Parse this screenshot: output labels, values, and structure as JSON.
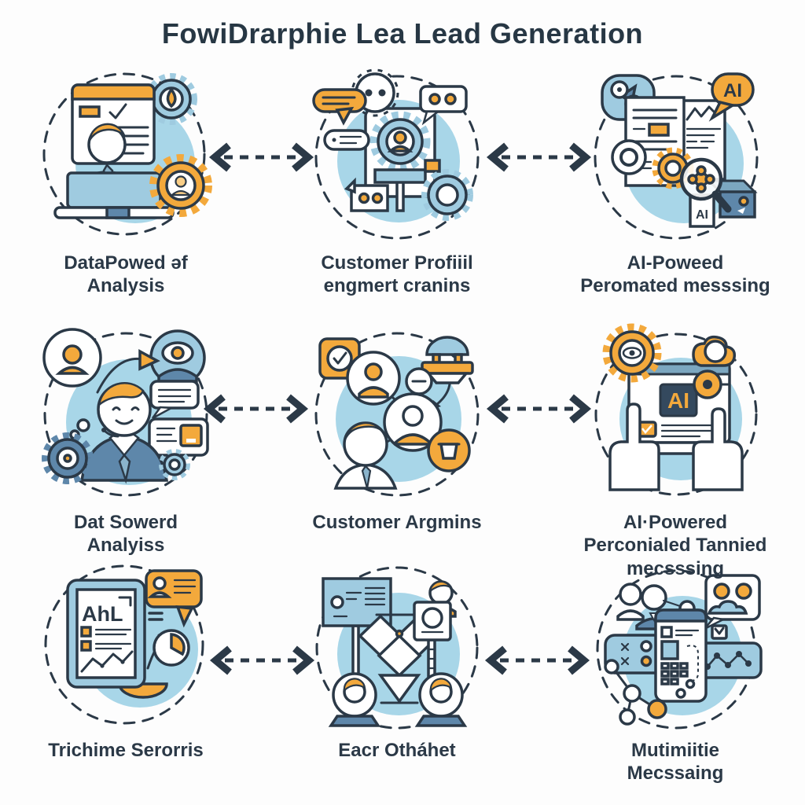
{
  "title": "FowiDrarphie Lea Lead Generation",
  "palette": {
    "navy_outline": "#2b3947",
    "light_blue_blob": "#a8d6e8",
    "mid_blue": "#9fcbe0",
    "steel_blue": "#5e87aa",
    "orange": "#f3a93c",
    "background": "#fdfdfd"
  },
  "arrows": {
    "count": 6,
    "style": "dashed",
    "double_headed": true
  },
  "cells": [
    {
      "icon": "person-laptop-browser-gears-illustration",
      "label_lines": [
        "DataPowed əf",
        "Analysis"
      ]
    },
    {
      "icon": "gear-avatar-speech-bubbles-signpost-illustration",
      "label_lines": [
        "Customer Profiiil",
        "engmert cranins"
      ]
    },
    {
      "icon": "document-ai-bubble-magnifier-illustration",
      "label_lines": [
        "AI-Poweed",
        "Peromated messsing"
      ]
    },
    {
      "icon": "support-agent-avatars-chat-gear-illustration",
      "label_lines": [
        "Dat Sowerd",
        "Analyiss"
      ]
    },
    {
      "icon": "profile-network-robot-bucket-illustration",
      "label_lines": [
        "Customer Argmins"
      ]
    },
    {
      "icon": "hands-tablet-ai-gears-illustration",
      "label_lines": [
        "AI·Powered",
        "Perconialed Tannied",
        "mecsssing"
      ]
    },
    {
      "icon": "report-tablet-chart-clock-bubble-illustration",
      "label_lines": [
        "Trichime Serorris"
      ]
    },
    {
      "icon": "presentation-board-diamonds-avatars-illustration",
      "label_lines": [
        "Eacr Otháhet"
      ]
    },
    {
      "icon": "phone-people-bubble-network-illustration",
      "label_lines": [
        "Mutimiitie",
        "Mecssaing"
      ]
    }
  ]
}
